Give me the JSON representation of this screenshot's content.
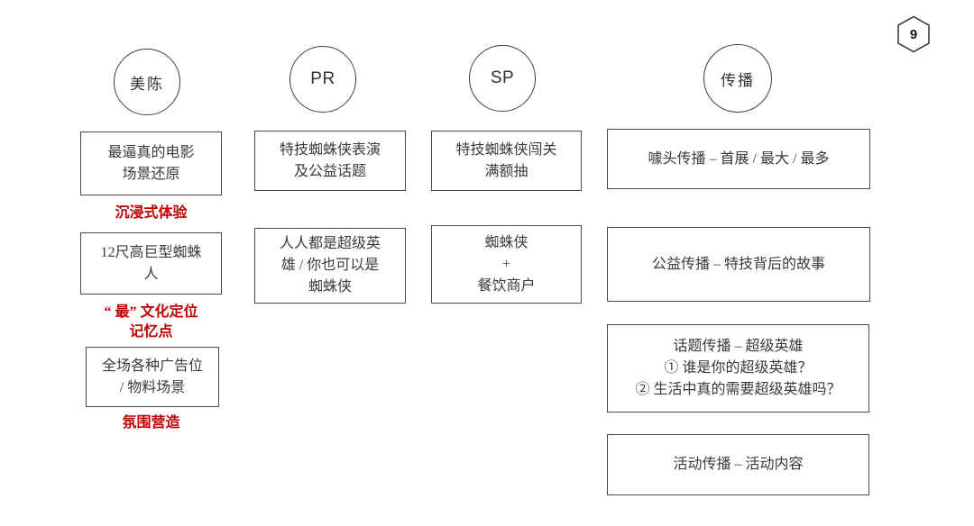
{
  "page": {
    "badge_number": "9"
  },
  "colors": {
    "box_border": "#4a4a4a",
    "circle_border": "#3f3f3f",
    "text": "#3a3a3a",
    "accent_red": "#c00000",
    "background": "#ffffff"
  },
  "columns": [
    {
      "id": "meichen",
      "circle_label": "美陈",
      "boxes": [
        {
          "lines": [
            "最逼真的电影",
            "场景还原"
          ]
        },
        {
          "lines": [
            "12尺高巨型蜘蛛",
            "人"
          ]
        },
        {
          "lines": [
            "全场各种广告位",
            "/ 物料场景"
          ]
        }
      ],
      "captions": [
        {
          "lines": [
            "沉浸式体验"
          ]
        },
        {
          "lines": [
            "“ 最” 文化定位",
            "记忆点"
          ]
        },
        {
          "lines": [
            "氛围营造"
          ]
        }
      ]
    },
    {
      "id": "pr",
      "circle_label": "PR",
      "boxes": [
        {
          "lines": [
            "特技蜘蛛侠表演",
            "及公益话题"
          ]
        },
        {
          "lines": [
            "人人都是超级英",
            "雄 / 你也可以是",
            "蜘蛛侠"
          ]
        }
      ]
    },
    {
      "id": "sp",
      "circle_label": "SP",
      "boxes": [
        {
          "lines": [
            "特技蜘蛛侠闯关",
            "满额抽"
          ]
        },
        {
          "lines": [
            "蜘蛛侠",
            "+",
            "餐饮商户"
          ]
        }
      ]
    },
    {
      "id": "chuanbo",
      "circle_label": "传播",
      "boxes": [
        {
          "lines": [
            "噱头传播 – 首展 / 最大 / 最多"
          ]
        },
        {
          "lines": [
            "公益传播 – 特技背后的故事"
          ]
        },
        {
          "lines": [
            "话题传播 – 超级英雄",
            "① 谁是你的超级英雄？",
            "② 生活中真的需要超级英雄吗？"
          ]
        },
        {
          "lines": [
            "活动传播 – 活动内容"
          ]
        }
      ]
    }
  ]
}
